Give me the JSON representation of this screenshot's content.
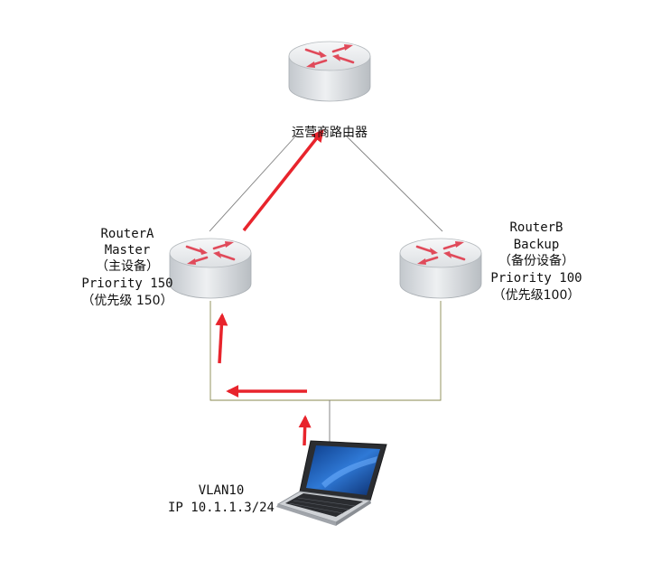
{
  "isp_router": {
    "label": "运营商路由器"
  },
  "router_a": {
    "name": "RouterA",
    "role": "Master",
    "role_cn": "（主设备）",
    "priority": "Priority 150",
    "priority_cn": "（优先级 150）"
  },
  "router_b": {
    "name": "RouterB",
    "role": "Backup",
    "role_cn": "（备份设备）",
    "priority": "Priority 100",
    "priority_cn": "（优先级100）"
  },
  "host": {
    "vlan": "VLAN10",
    "ip": "IP 10.1.1.3/24"
  },
  "colors": {
    "traffic_arrow": "#e8242c",
    "router_icon_arrow": "#e04a5a",
    "upper_link": "#808080",
    "lower_link": "#8a8a52",
    "router_body": "#d9dde1"
  }
}
